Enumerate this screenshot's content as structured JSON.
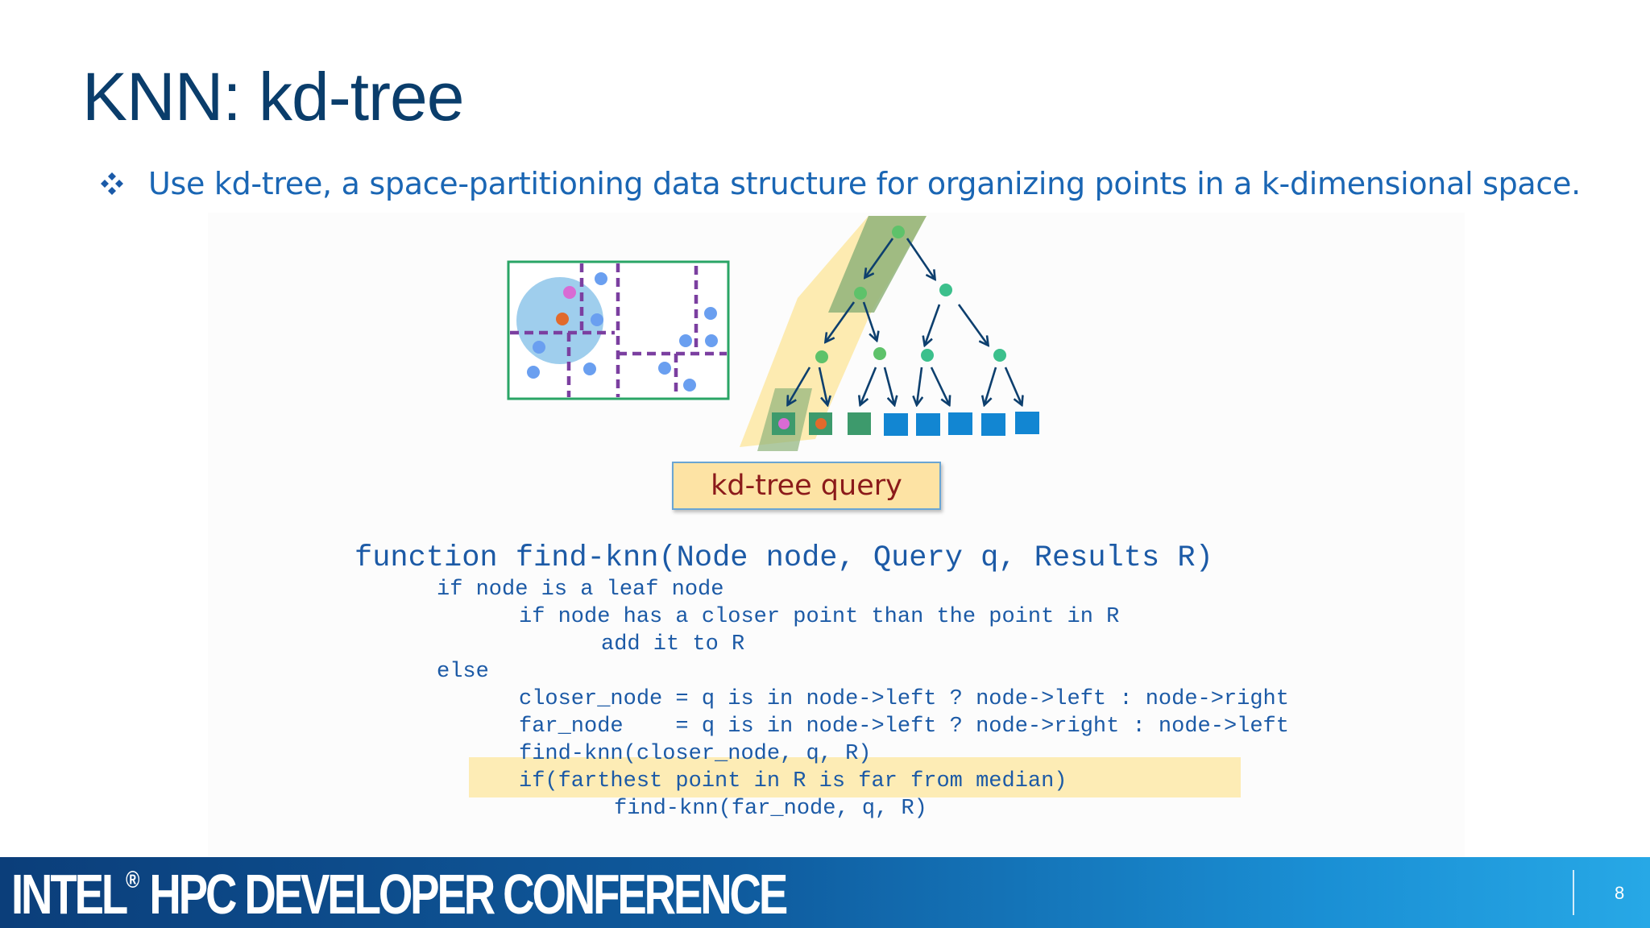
{
  "slide": {
    "title": "KNN: kd-tree",
    "bullet": "Use kd-tree, a space-partitioning data structure for organizing points in a k-dimensional space."
  },
  "figure": {
    "query_label": "kd-tree query"
  },
  "code": {
    "lines": [
      "function find-knn(Node node, Query q, Results R)",
      "if node is a leaf node",
      "if node has a closer point than the point in R",
      "add it to R",
      "else",
      "closer_node = q is in node->left ? node->left : node->right",
      "far_node    = q is in node->left ? node->right : node->left",
      "find-knn(closer_node, q, R)",
      "if(farthest point in R is far from median)",
      "find-knn(far_node, q, R)"
    ]
  },
  "footer": {
    "brand": "INTEL",
    "brand_mark": "®",
    "brand_rest": " HPC DEVELOPER CONFERENCE",
    "page_number": "8"
  },
  "colors": {
    "title": "#0a3d6b",
    "bullet_text": "#1a66b4",
    "code_text": "#1c5aa6",
    "partition_line": "#7b3fa0",
    "box_border": "#2aa566",
    "query_circle": "#8ec6ea",
    "query_point": "#e26a2c",
    "neighbor_point": "#d86bd4",
    "data_point": "#6a9ff0",
    "tree_node": "#5ec26a",
    "tree_node_right": "#3cc08c",
    "tree_arrow": "#0d3f6e",
    "leaf_blue": "#1286d2",
    "leaf_green": "#3d9a6c",
    "query_path": "#fde9a8",
    "path_green": "#8fb37a",
    "highlight": "#fde9a8"
  }
}
